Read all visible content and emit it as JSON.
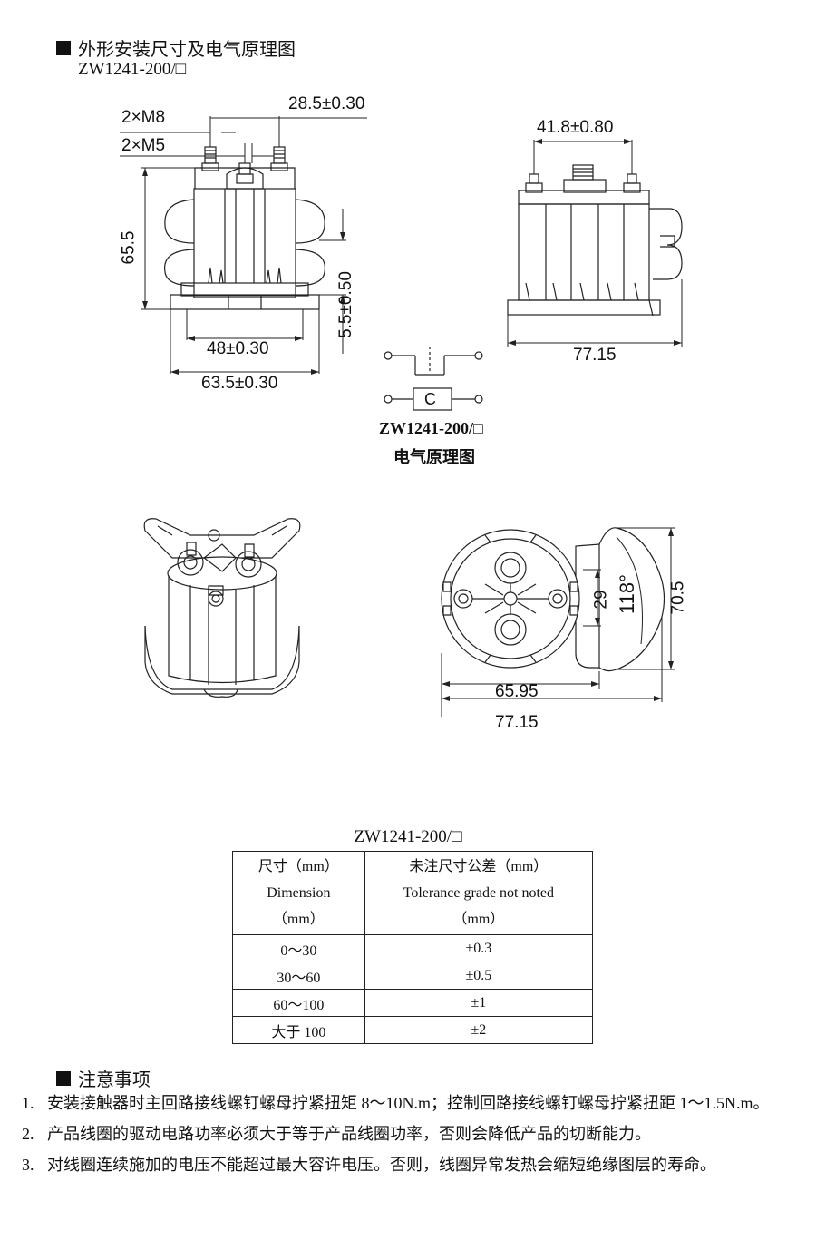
{
  "section1": {
    "title": "外形安装尺寸及电气原理图",
    "model": "ZW1241-200/□"
  },
  "drawing_front": {
    "thread_m8": "2×M8",
    "thread_m5": "2×M5",
    "dim_top": "28.5±0.30",
    "dim_height": "65.5",
    "dim_side": "5.5±0.50",
    "dim_inner_width": "48±0.30",
    "dim_outer_width": "63.5±0.30"
  },
  "drawing_side": {
    "dim_top": "41.8±0.80",
    "dim_width": "77.15"
  },
  "schematic": {
    "coil_label": "C",
    "model": "ZW1241-200/□",
    "caption": "电气原理图"
  },
  "drawing_bottom": {
    "dim_slot": "29",
    "dim_angle": "118°",
    "dim_height": "70.5",
    "dim_width_inner": "65.95",
    "dim_width_outer": "77.15"
  },
  "tolerance_table": {
    "title": "ZW1241-200/□",
    "header_left": [
      "尺寸（mm）",
      "Dimension",
      "（mm）"
    ],
    "header_right": [
      "未注尺寸公差（mm）",
      "Tolerance grade not noted",
      "（mm）"
    ],
    "rows": [
      {
        "range": "0～30",
        "tol": "±0.3"
      },
      {
        "range": "30～60",
        "tol": "±0.5"
      },
      {
        "range": "60～100",
        "tol": "±1"
      },
      {
        "range": "大于 100",
        "tol": "±2"
      }
    ]
  },
  "section2": {
    "title": "注意事项",
    "notes": [
      {
        "num": "1.",
        "text": "安装接触器时主回路接线螺钉螺母拧紧扭矩 8～10N.m；控制回路接线螺钉螺母拧紧扭距 1～1.5N.m。"
      },
      {
        "num": "2.",
        "text": "产品线圈的驱动电路功率必须大于等于产品线圈功率，否则会降低产品的切断能力。"
      },
      {
        "num": "3.",
        "text": "对线圈连续施加的电压不能超过最大容许电压。否则，线圈异常发热会缩短绝缘图层的寿命。"
      }
    ]
  }
}
